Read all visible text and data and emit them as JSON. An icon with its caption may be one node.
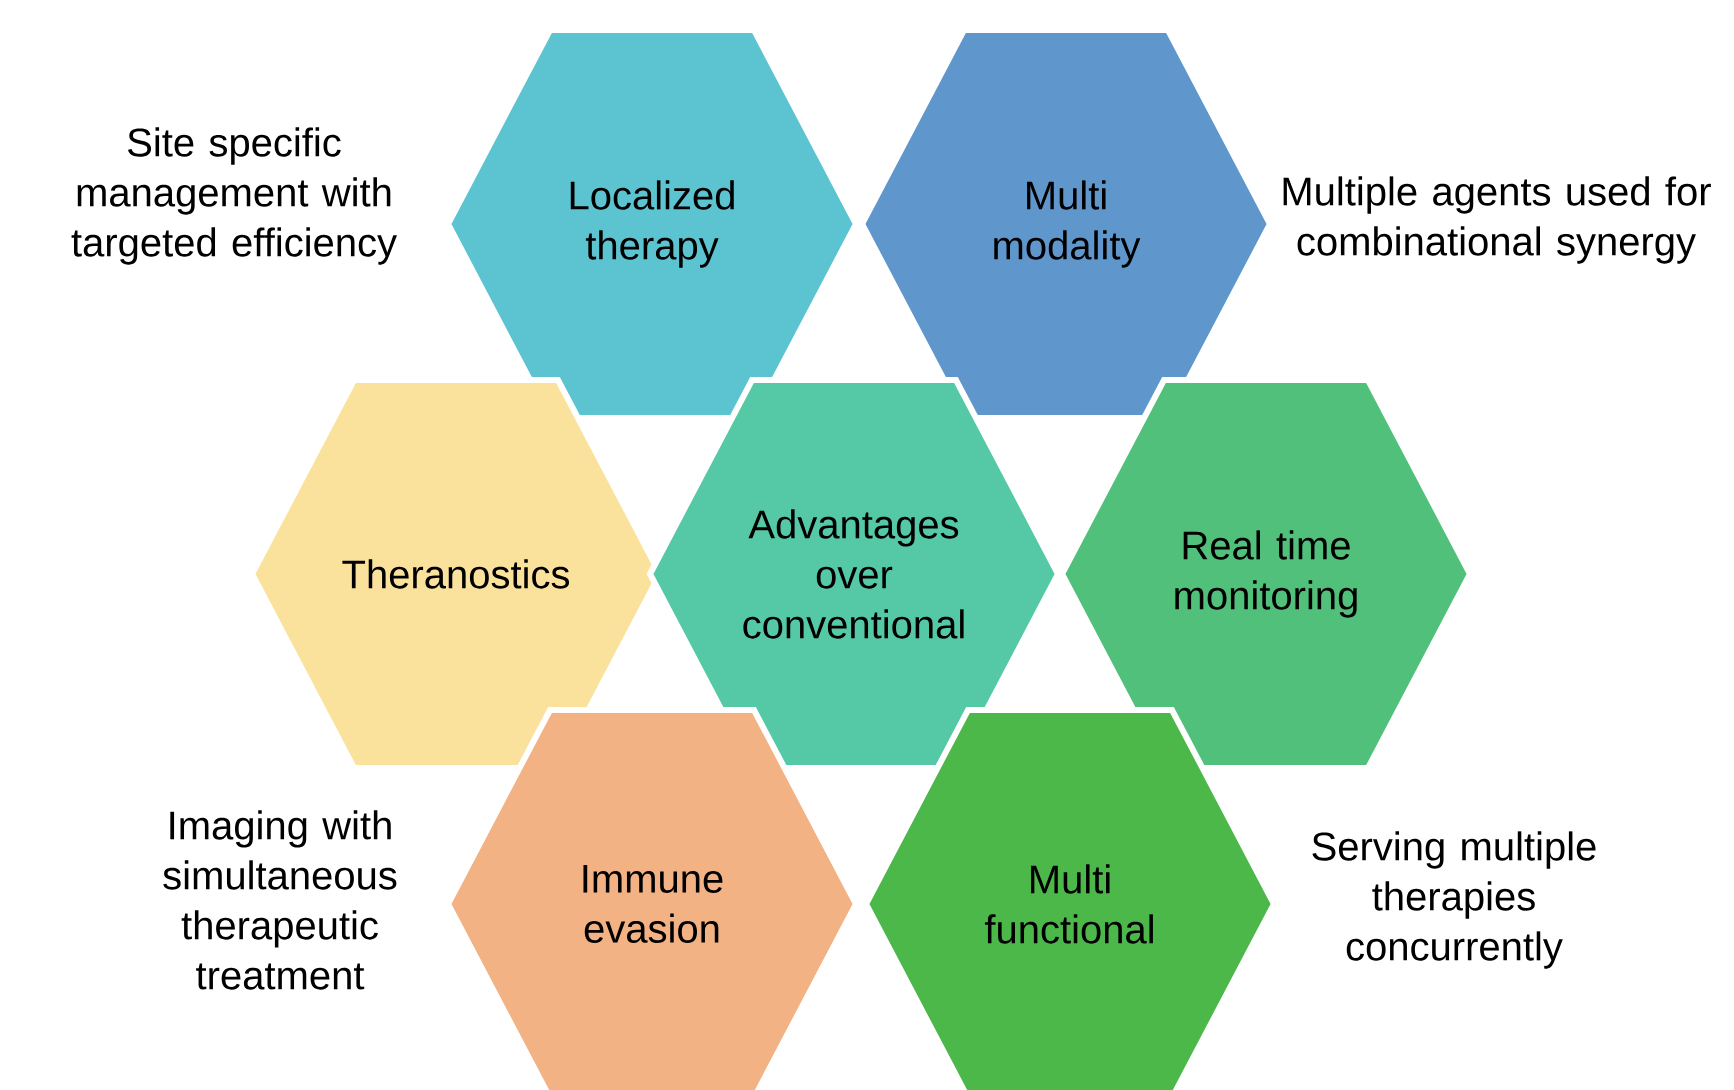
{
  "diagram": {
    "nodes": [
      {
        "text": [
          "Localized therapy"
        ]
      },
      {
        "text": [
          "Multi modality"
        ]
      },
      {
        "text": [
          "Theranostics"
        ]
      },
      {
        "text": [
          "Advantages over conventional"
        ]
      },
      {
        "text": [
          "Real time monitoring"
        ]
      },
      {
        "text": [
          "Immune evasion"
        ]
      },
      {
        "text": [
          "Multi functional"
        ]
      }
    ],
    "labels": [
      "Site specific management with targeted efficiency",
      "Multiple agents used for combinational synergy",
      "Imaging with simultaneous therapeutic treatment",
      "Serving multiple therapies concurrently"
    ]
  }
}
